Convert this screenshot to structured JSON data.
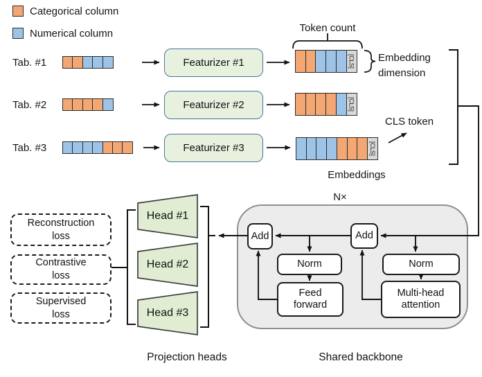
{
  "legend": {
    "items": [
      {
        "label": "Categorical column",
        "type": "categorical"
      },
      {
        "label": "Numerical column",
        "type": "numerical"
      }
    ]
  },
  "colors": {
    "categorical": "#f3a873",
    "numerical": "#9dc3e6",
    "cls": "#d9d9d9",
    "featurizer_fill": "#e7f1de",
    "featurizer_border": "#48749e",
    "head_fill": "#e0edd3",
    "backbone_fill": "#ececec",
    "backbone_border": "#8f8f8f"
  },
  "tables": [
    {
      "label": "Tab. #1",
      "columns": [
        "c",
        "c",
        "n",
        "n",
        "n"
      ],
      "featurizer": "Featurizer #1",
      "embedding": [
        "c",
        "c",
        "n",
        "n",
        "n"
      ],
      "cls": "[CLS]"
    },
    {
      "label": "Tab. #2",
      "columns": [
        "c",
        "c",
        "c",
        "c",
        "n"
      ],
      "featurizer": "Featurizer #2",
      "embedding": [
        "c",
        "c",
        "c",
        "c",
        "n"
      ],
      "cls": "[CLS]"
    },
    {
      "label": "Tab. #3",
      "columns": [
        "n",
        "n",
        "n",
        "n",
        "c",
        "c",
        "c"
      ],
      "featurizer": "Featurizer #3",
      "embedding": [
        "n",
        "n",
        "n",
        "n",
        "c",
        "c",
        "c"
      ],
      "cls": "[CLS]"
    }
  ],
  "annotations": {
    "token_count": "Token count",
    "embedding_dimension": "Embedding dimension",
    "cls_token": "CLS token",
    "embeddings": "Embeddings",
    "n_times": "N×"
  },
  "losses": [
    {
      "label": "Reconstruction loss"
    },
    {
      "label": "Contrastive loss"
    },
    {
      "label": "Supervised loss"
    }
  ],
  "heads": [
    {
      "label": "Head #1"
    },
    {
      "label": "Head #2"
    },
    {
      "label": "Head #3"
    }
  ],
  "backbone": {
    "add1": "Add",
    "add2": "Add",
    "norm1": "Norm",
    "norm2": "Norm",
    "feed_forward": "Feed forward",
    "multi_head_attention": "Multi-head attention"
  },
  "captions": {
    "projection_heads": "Projection heads",
    "shared_backbone": "Shared backbone"
  }
}
